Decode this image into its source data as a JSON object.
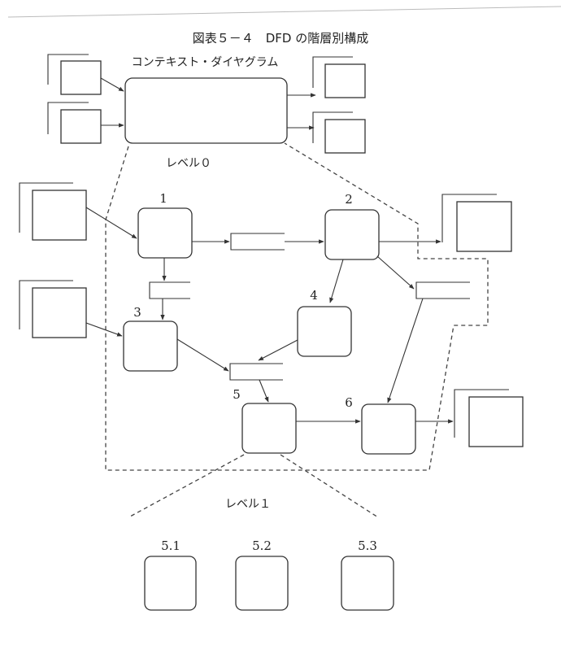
{
  "figure": {
    "title": "図表５－４　DFD の階層別構成",
    "context_label": "コンテキスト・ダイヤグラム",
    "level0_label": "レベル０",
    "level1_label": "レベル１"
  },
  "level0": {
    "processes": [
      {
        "id": "1",
        "label": "1"
      },
      {
        "id": "2",
        "label": "2"
      },
      {
        "id": "3",
        "label": "3"
      },
      {
        "id": "4",
        "label": "4"
      },
      {
        "id": "5",
        "label": "5"
      },
      {
        "id": "6",
        "label": "6"
      }
    ]
  },
  "level1": {
    "processes": [
      {
        "id": "5.1",
        "label": "5.1"
      },
      {
        "id": "5.2",
        "label": "5.2"
      },
      {
        "id": "5.3",
        "label": "5.3"
      }
    ]
  }
}
